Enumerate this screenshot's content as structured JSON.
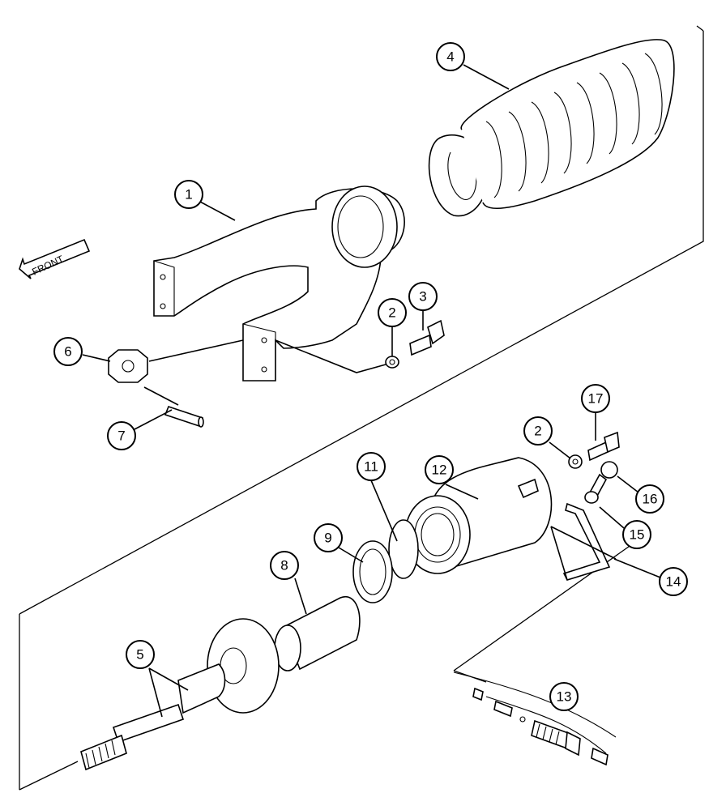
{
  "front_label": "FRONT",
  "callouts": [
    {
      "id": "c1",
      "label": "1",
      "part": "yoke"
    },
    {
      "id": "c2a",
      "label": "2",
      "part": "washer"
    },
    {
      "id": "c3",
      "label": "3",
      "part": "bolt"
    },
    {
      "id": "c4",
      "label": "4",
      "part": "recoil-spring"
    },
    {
      "id": "c6",
      "label": "6",
      "part": "castle-nut"
    },
    {
      "id": "c7",
      "label": "7",
      "part": "pin"
    },
    {
      "id": "c2b",
      "label": "2",
      "part": "washer"
    },
    {
      "id": "c17",
      "label": "17",
      "part": "bolt"
    },
    {
      "id": "c12",
      "label": "12",
      "part": "cylinder"
    },
    {
      "id": "c16",
      "label": "16",
      "part": "bolt"
    },
    {
      "id": "c11",
      "label": "11",
      "part": "o-ring"
    },
    {
      "id": "c15",
      "label": "15",
      "part": "washer"
    },
    {
      "id": "c9",
      "label": "9",
      "part": "seal"
    },
    {
      "id": "c8",
      "label": "8",
      "part": "piston"
    },
    {
      "id": "c14",
      "label": "14",
      "part": "bracket"
    },
    {
      "id": "c5",
      "label": "5",
      "part": "rod"
    },
    {
      "id": "c13",
      "label": "13",
      "part": "grease-valve"
    }
  ]
}
